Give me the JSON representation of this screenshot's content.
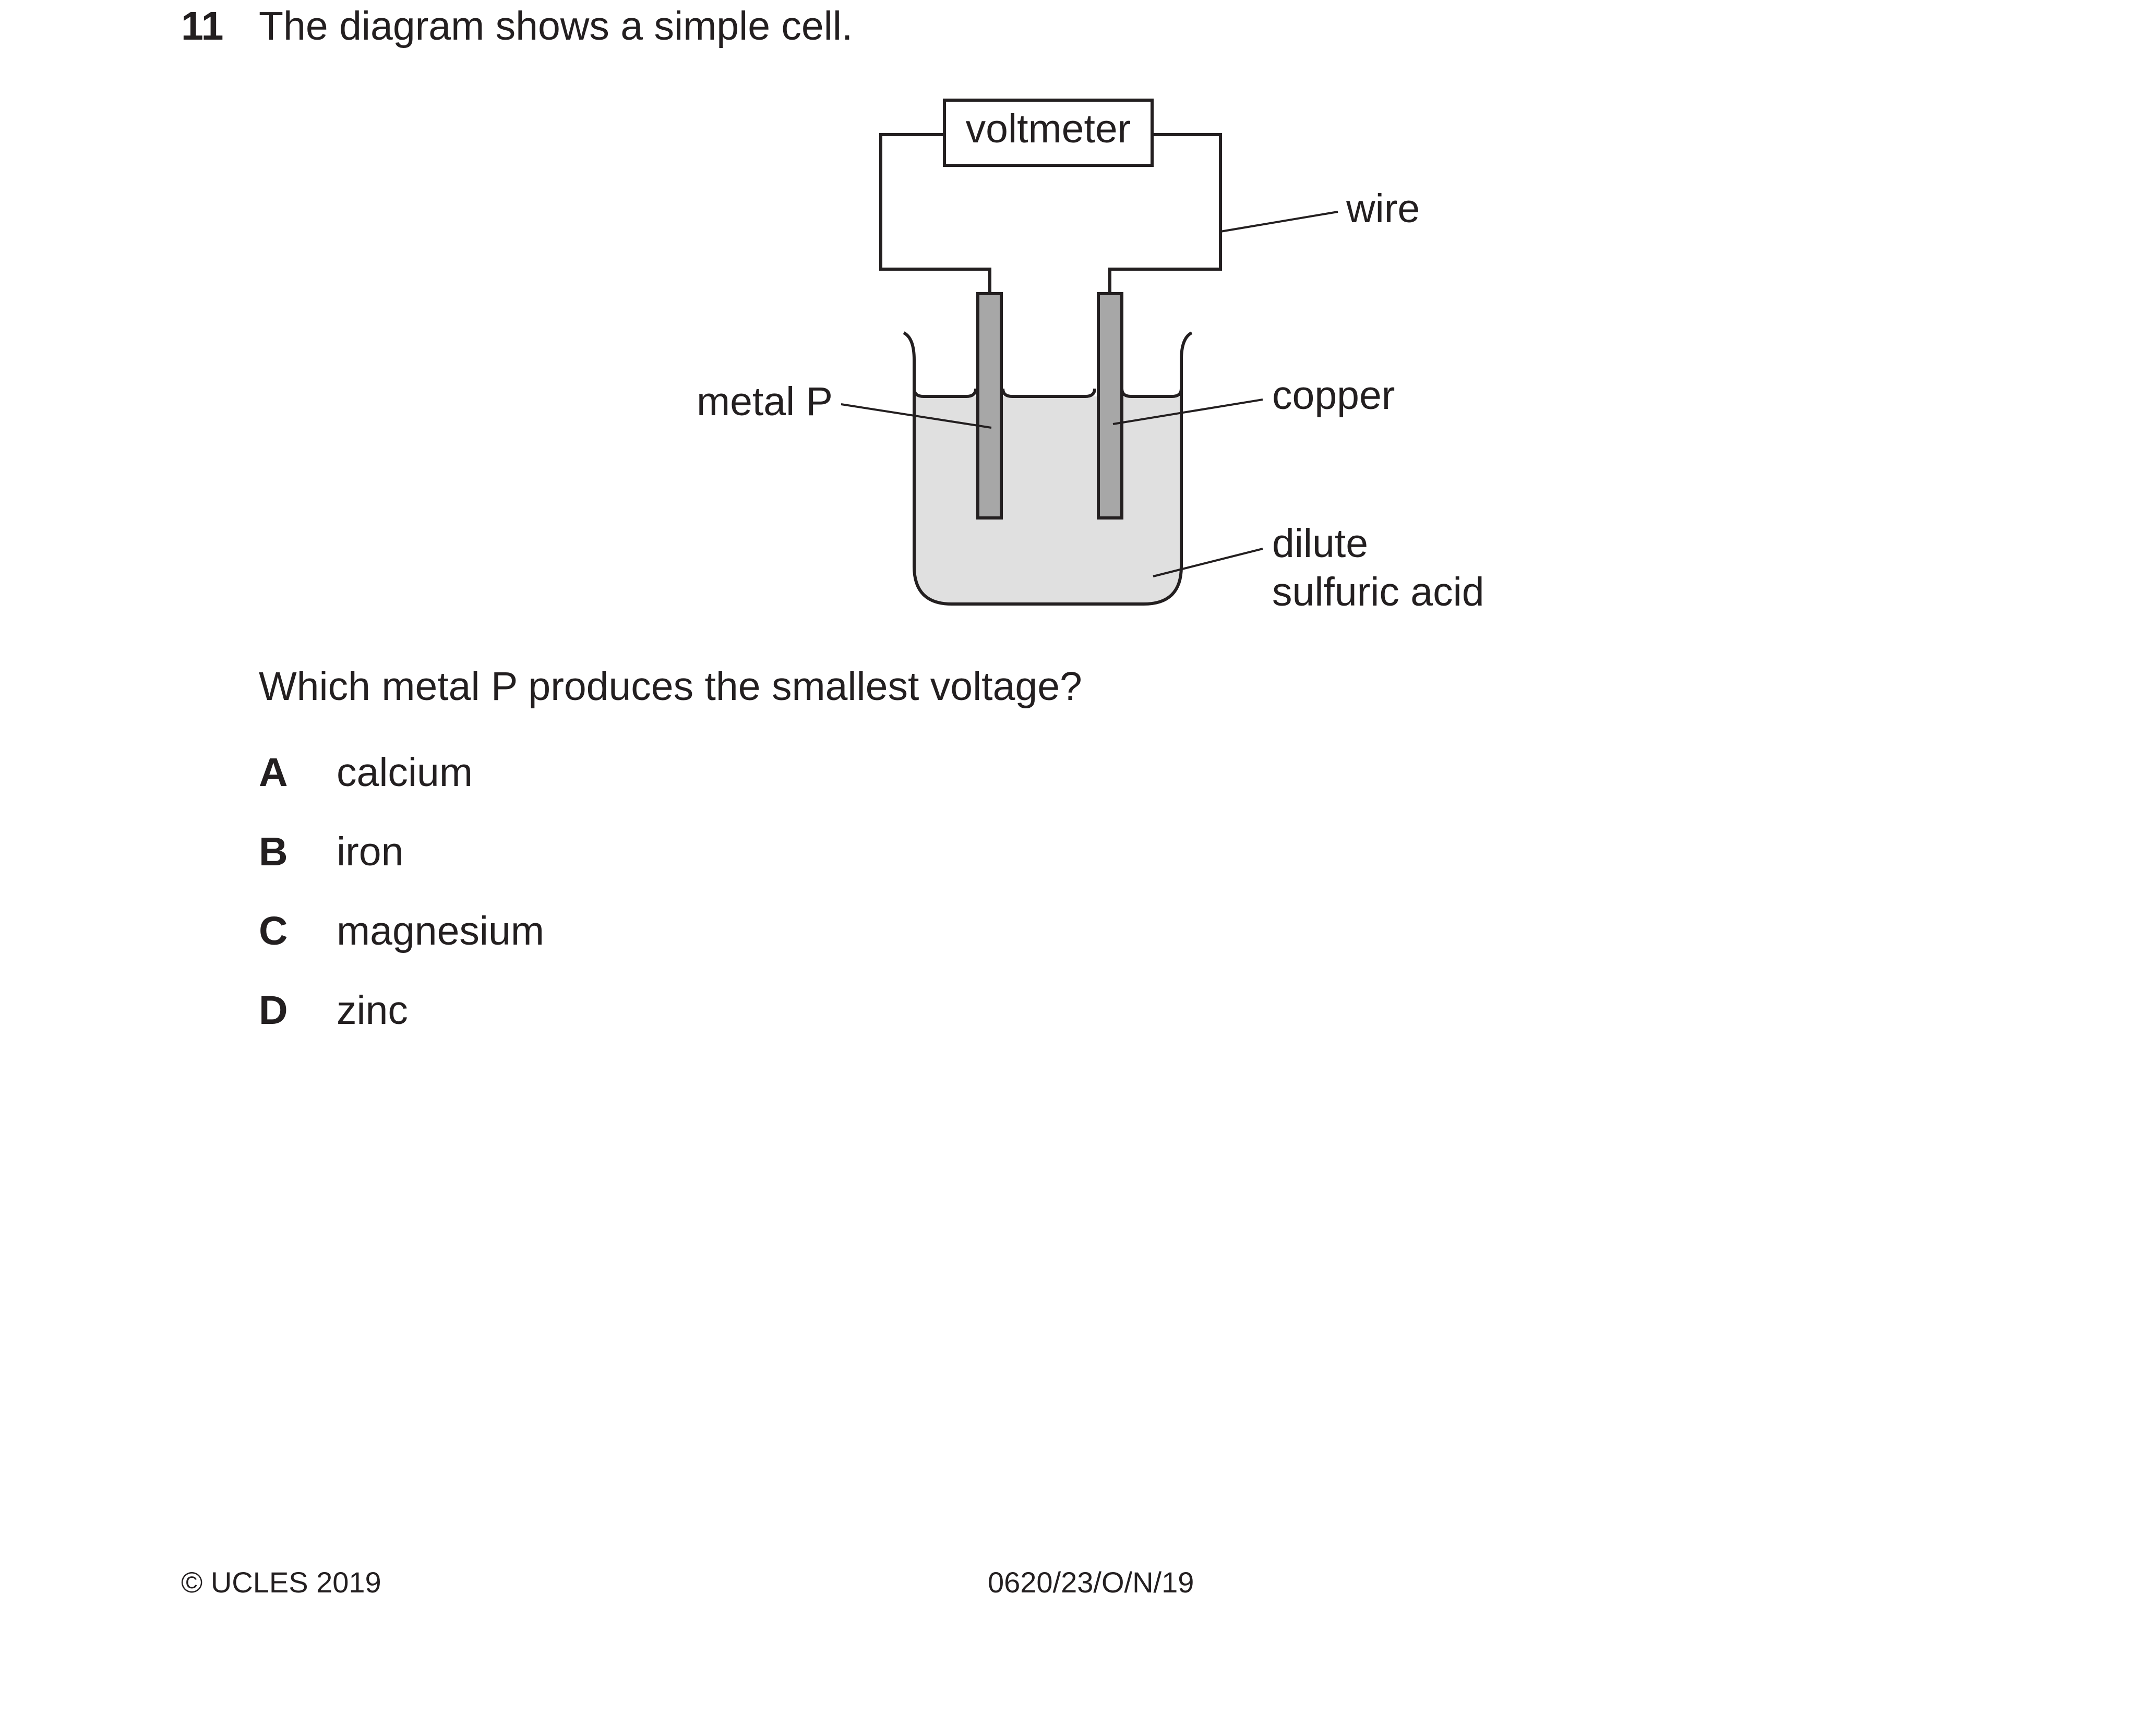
{
  "question": {
    "number": "11",
    "stem": "The diagram shows a simple cell.",
    "prompt": "Which metal P produces the smallest voltage?",
    "options": [
      {
        "letter": "A",
        "text": "calcium"
      },
      {
        "letter": "B",
        "text": "iron"
      },
      {
        "letter": "C",
        "text": "magnesium"
      },
      {
        "letter": "D",
        "text": "zinc"
      }
    ]
  },
  "diagram": {
    "voltmeter": "voltmeter",
    "wire": "wire",
    "metal_p": "metal P",
    "copper": "copper",
    "acid_line1": "dilute",
    "acid_line2": "sulfuric acid"
  },
  "footer": {
    "copyright": "© UCLES 2019",
    "code": "0620/23/O/N/19"
  },
  "colors": {
    "ink": "#231f20",
    "electrode": "#a7a7a7",
    "acid": "#e0e0e0"
  }
}
